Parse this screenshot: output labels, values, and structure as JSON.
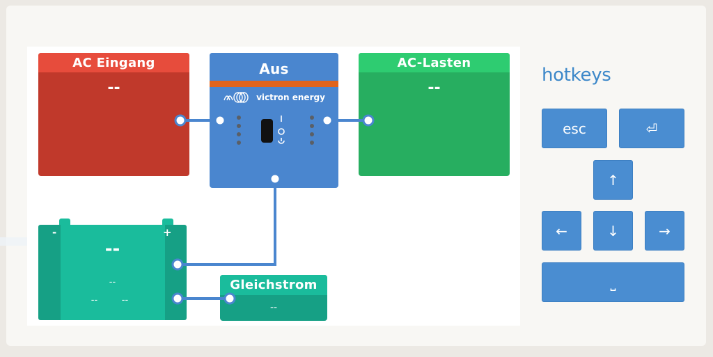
{
  "ac_input": {
    "title": "AC Eingang",
    "value": "--"
  },
  "inverter": {
    "state": "Aus",
    "brand": "victron energy"
  },
  "ac_loads": {
    "title": "AC-Lasten",
    "value": "--"
  },
  "battery": {
    "minus": "-",
    "plus": "+",
    "main": "--",
    "sub": "--",
    "left": "--",
    "right": "--"
  },
  "dc": {
    "title": "Gleichstrom",
    "value": "--"
  },
  "hotkeys": {
    "title": "hotkeys",
    "esc": "esc",
    "enter": "⏎",
    "up": "↑",
    "left": "←",
    "down": "↓",
    "right": "→",
    "space": "⎵"
  },
  "colors": {
    "ac_input": "#c0392b",
    "inverter": "#4a86cf",
    "ac_loads": "#27ae60",
    "battery": "#16a085",
    "wire": "#4a86cf",
    "key": "#4a8dd1"
  }
}
